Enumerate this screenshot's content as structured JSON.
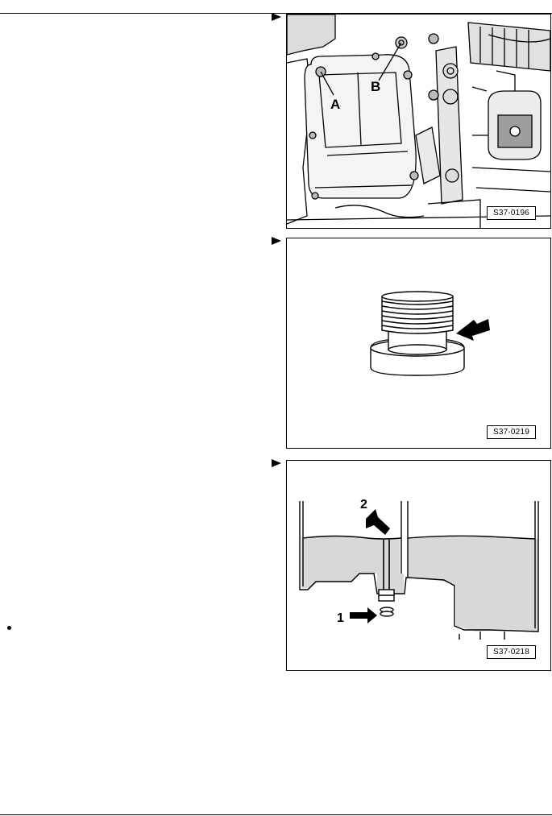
{
  "figures": [
    {
      "code": "S37-0196",
      "labels": [
        "A",
        "B"
      ]
    },
    {
      "code": "S37-0219",
      "labels": []
    },
    {
      "code": "S37-0218",
      "labels": [
        "1",
        "2"
      ]
    }
  ]
}
